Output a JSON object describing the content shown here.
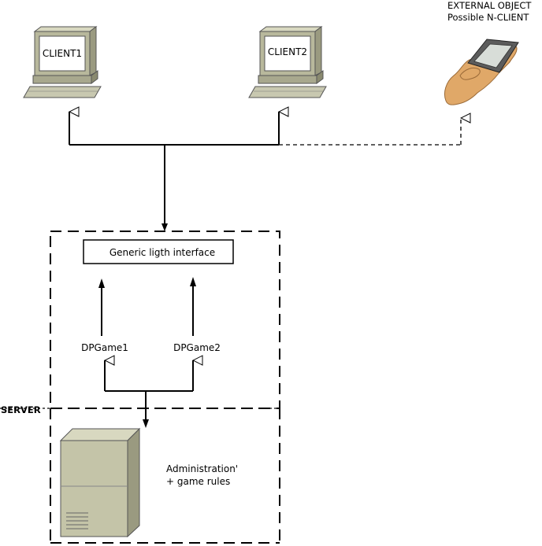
{
  "clients": [
    {
      "label": "CLIENT1"
    },
    {
      "label": "CLIENT2"
    }
  ],
  "external": {
    "line1": "EXTERNAL OBJECT",
    "line2": "Possible N-CLIENT"
  },
  "interface": {
    "label": "Generic ligth interface"
  },
  "games": [
    {
      "label": "DPGame1"
    },
    {
      "label": "DPGame2"
    }
  ],
  "server": {
    "label": "SERVER",
    "line1": "Administration'",
    "line2": "+ game rules"
  }
}
